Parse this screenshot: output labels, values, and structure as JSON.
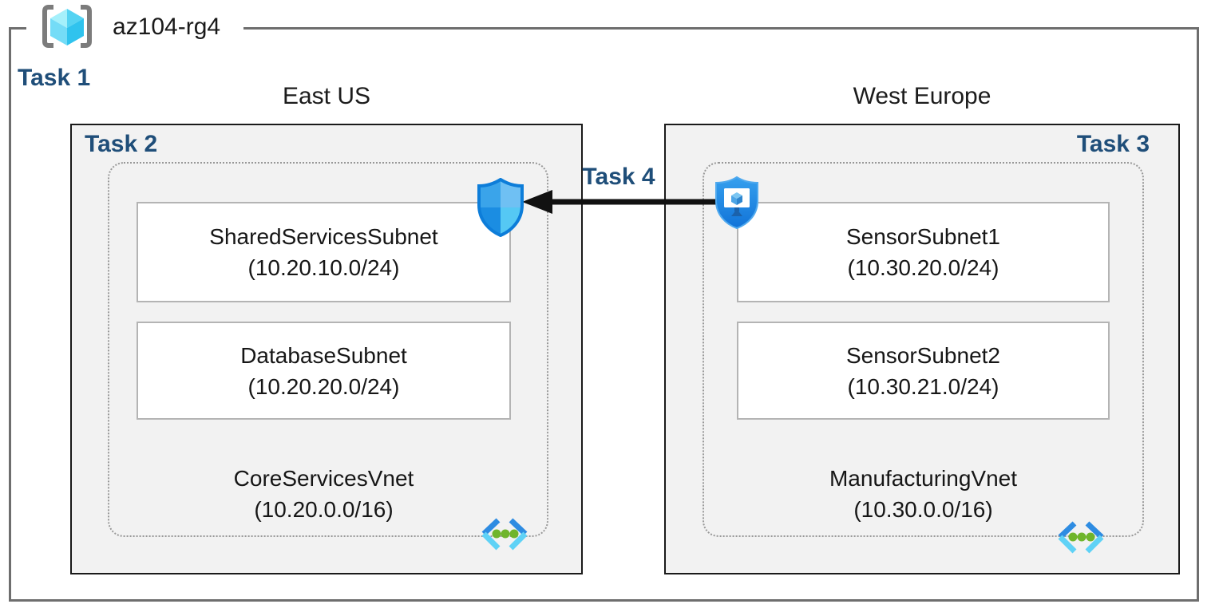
{
  "resource_group": {
    "name": "az104-rg4",
    "icon": "resource-group-icon"
  },
  "tasks": {
    "task1": "Task 1",
    "task2": "Task 2",
    "task3": "Task 3",
    "task4": "Task 4"
  },
  "regions": [
    {
      "name": "East US",
      "task": "Task 2",
      "vnet": {
        "name": "CoreServicesVnet",
        "cidr": "(10.20.0.0/16)",
        "icon": "virtual-network-icon"
      },
      "subnets": [
        {
          "name": "SharedServicesSubnet",
          "cidr": "(10.20.10.0/24)"
        },
        {
          "name": "DatabaseSubnet",
          "cidr": "(10.20.20.0/24)"
        }
      ],
      "security_icon": "network-security-group-shield-icon"
    },
    {
      "name": "West Europe",
      "task": "Task 3",
      "vnet": {
        "name": "ManufacturingVnet",
        "cidr": "(10.30.0.0/16)",
        "icon": "virtual-network-icon"
      },
      "subnets": [
        {
          "name": "SensorSubnet1",
          "cidr": "(10.30.20.0/24)"
        },
        {
          "name": "SensorSubnet2",
          "cidr": "(10.30.21.0/24)"
        }
      ],
      "security_icon": "application-security-group-shield-icon"
    }
  ],
  "connection": {
    "label": "Task 4",
    "arrow_direction": "right-to-left"
  },
  "colors": {
    "task_label": "#1F4E79",
    "region_fill": "#f2f2f2",
    "region_border": "#1a1a1a",
    "dotted_border": "#989898",
    "outer_border": "#6e6e6e",
    "arrow": "#111111",
    "azure_blue": "#1b8ce3",
    "azure_cyan": "#5fd2f6",
    "vnet_dot_green": "#6fb52c"
  }
}
